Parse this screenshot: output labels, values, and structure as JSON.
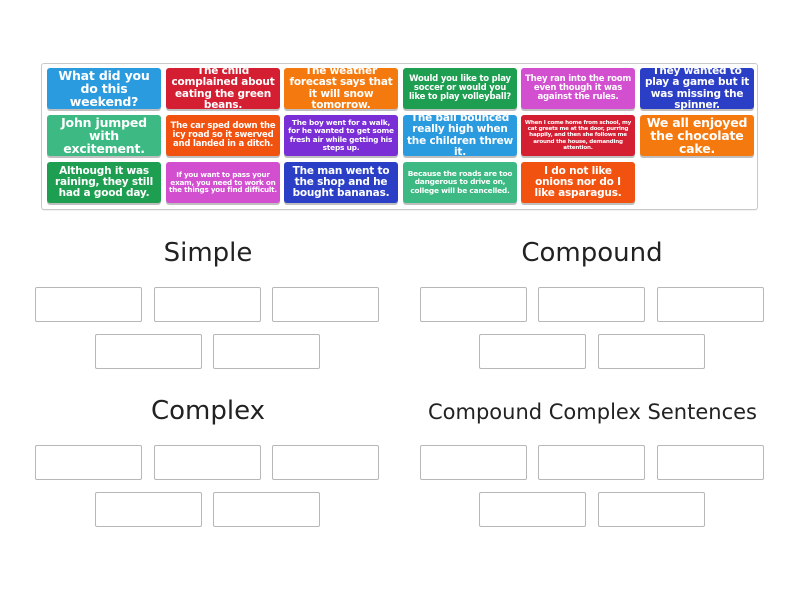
{
  "tiles": [
    {
      "text": "What did you do this weekend?",
      "color": "#2b9be0"
    },
    {
      "text": "The child complained about eating the green beans.",
      "color": "#d41f33"
    },
    {
      "text": "The weather forecast says that it will snow tomorrow.",
      "color": "#f47a10"
    },
    {
      "text": "Would you like to play soccer or would you like to play volleyball?",
      "color": "#1e9e50"
    },
    {
      "text": "They ran into the room even though it was against the rules.",
      "color": "#d24fd0"
    },
    {
      "text": "They wanted to play a game but it was missing the spinner.",
      "color": "#2b3fc6"
    },
    {
      "text": "John jumped with excitement.",
      "color": "#3dba84"
    },
    {
      "text": "The car sped down the icy road so it swerved and landed in a ditch.",
      "color": "#f2520f"
    },
    {
      "text": "The boy went for a walk, for he wanted to get some fresh air while getting his steps up.",
      "color": "#7a2fd6"
    },
    {
      "text": "The ball bounced really high when the children threw it.",
      "color": "#2b9be0"
    },
    {
      "text": "When I come home from school, my cat greets me at the door, purring happily, and then she follows me around the house, demanding attention.",
      "color": "#d41f33"
    },
    {
      "text": "We all enjoyed the chocolate cake.",
      "color": "#f47a10"
    },
    {
      "text": "Although it was raining, they still had a good day.",
      "color": "#1e9e50"
    },
    {
      "text": "If you want to pass your exam, you need to work on the things you find difficult.",
      "color": "#d24fd0"
    },
    {
      "text": "The man went to the shop and he bought bananas.",
      "color": "#2b3fc6"
    },
    {
      "text": "Because the roads are too dangerous to drive on, college will be cancelled.",
      "color": "#3dba84"
    },
    {
      "text": "I do not like onions nor do I like asparagus.",
      "color": "#f2520f"
    }
  ],
  "groups": [
    {
      "title": "Simple",
      "slots": 5
    },
    {
      "title": "Compound",
      "slots": 5
    },
    {
      "title": "Complex",
      "slots": 5
    },
    {
      "title": "Compound Complex Sentences",
      "slots": 5
    }
  ]
}
